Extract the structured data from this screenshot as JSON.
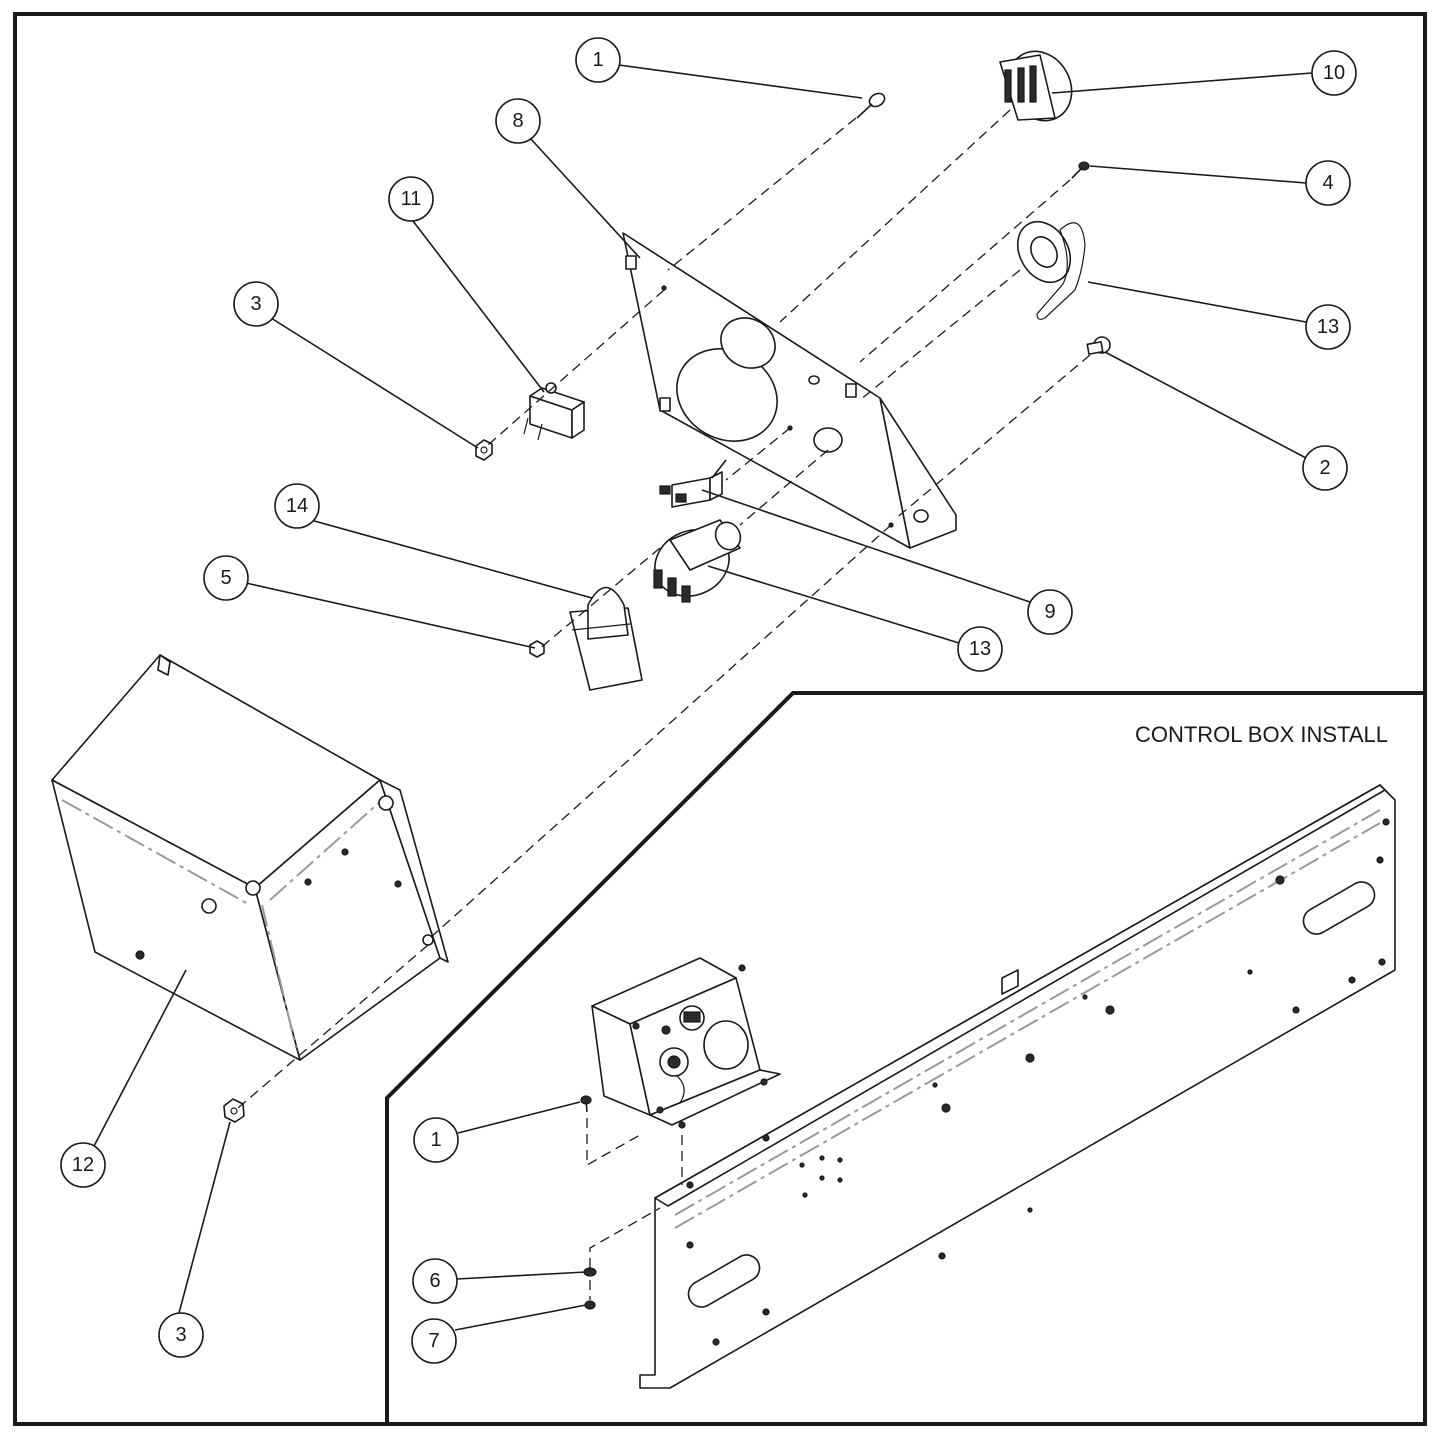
{
  "section_title": "CONTROL BOX INSTALL",
  "callouts": {
    "c1_top": "1",
    "c10": "10",
    "c8": "8",
    "c4": "4",
    "c11": "11",
    "c3_top": "3",
    "c13_top": "13",
    "c2": "2",
    "c14": "14",
    "c5": "5",
    "c9": "9",
    "c13_bottom": "13",
    "c12": "12",
    "c3_bottom": "3",
    "c1_install": "1",
    "c6": "6",
    "c7": "7"
  }
}
